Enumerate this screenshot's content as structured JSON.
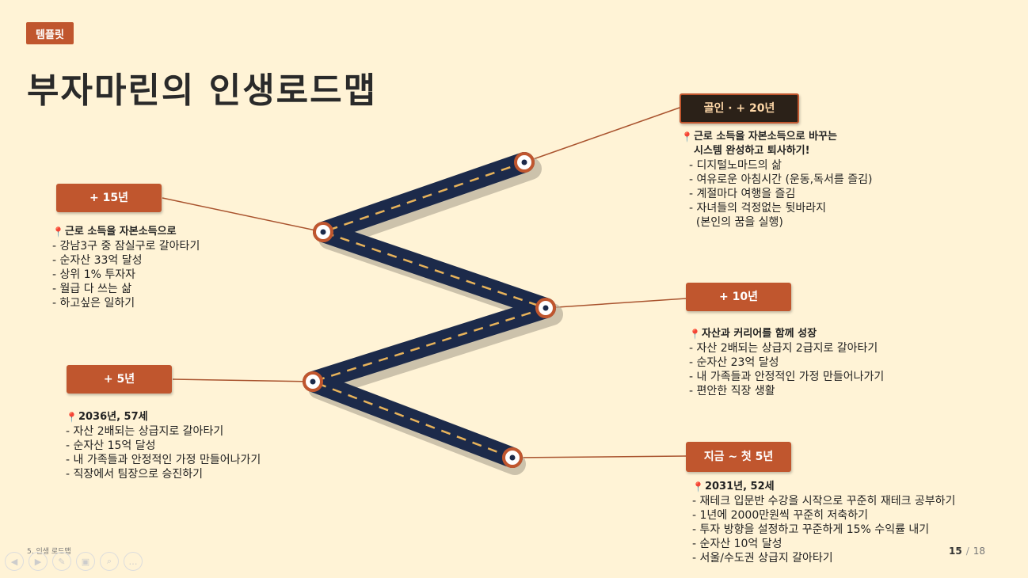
{
  "tag": "템플릿",
  "title": "부자마린의 인생로드맵",
  "milestones": {
    "goal": {
      "badge": "골인 · + 20년",
      "head1": "근로 소득을 자본소득으로 바꾸는",
      "head2": "시스템 완성하고 퇴사하기!",
      "items": [
        "- 디지털노마드의 삶",
        "- 여유로운 아침시간 (운동,독서를 즐김)",
        "- 계절마다 여행을 즐김",
        "- 자녀들의 걱정없는 뒷바라지",
        "  (본인의 꿈을 실행)"
      ]
    },
    "y15": {
      "badge": "+ 15년",
      "head": "근로 소득을 자본소득으로",
      "items": [
        "- 강남3구 중 잠실구로 갈아타기",
        "- 순자산 33억 달성",
        "- 상위 1% 투자자",
        "- 월급 다 쓰는 삶",
        "- 하고싶은 일하기"
      ]
    },
    "y10": {
      "badge": "+ 10년",
      "head": "자산과 커리어를 함께 성장",
      "items": [
        "- 자산 2배되는 상급지 2급지로  갈아타기",
        "- 순자산 23억 달성",
        "- 내 가족들과 안정적인 가정 만들어나가기",
        "- 편안한 직장 생활"
      ]
    },
    "y5": {
      "badge": "+ 5년",
      "head": "2036년, 57세",
      "items": [
        "- 자산 2배되는 상급지로  갈아타기",
        "- 순자산 15억 달성",
        "- 내 가족들과 안정적인 가정 만들어나가기",
        "- 직장에서 팀장으로 승진하기"
      ]
    },
    "now": {
      "badge": "지금 ~ 첫 5년",
      "head": "2031년, 52세",
      "items": [
        "- 재테크 입문반 수강을 시작으로 꾸준히 재테크 공부하기",
        "- 1년에 2000만원씩 꾸준히 저축하기",
        "- 투자 방향을 설정하고 꾸준하게 15% 수익률 내기",
        "- 순자산 10억 달성",
        "- 서울/수도권 상급지 갈아타기"
      ]
    }
  },
  "footer": {
    "section": "5. 인생 로드맵",
    "page_current": "15",
    "page_sep": "/",
    "page_total": "18"
  },
  "controls": [
    {
      "icon": "prev-icon",
      "glyph": "◀"
    },
    {
      "icon": "next-icon",
      "glyph": "▶"
    },
    {
      "icon": "pen-icon",
      "glyph": "✎"
    },
    {
      "icon": "screen-icon",
      "glyph": "▣"
    },
    {
      "icon": "zoom-icon",
      "glyph": "⌕"
    },
    {
      "icon": "more-icon",
      "glyph": "…"
    }
  ],
  "colors": {
    "background": "#fff3d6",
    "accent": "#c0562e",
    "road": "#1c2a4a",
    "road_dash": "#e8b35a"
  }
}
